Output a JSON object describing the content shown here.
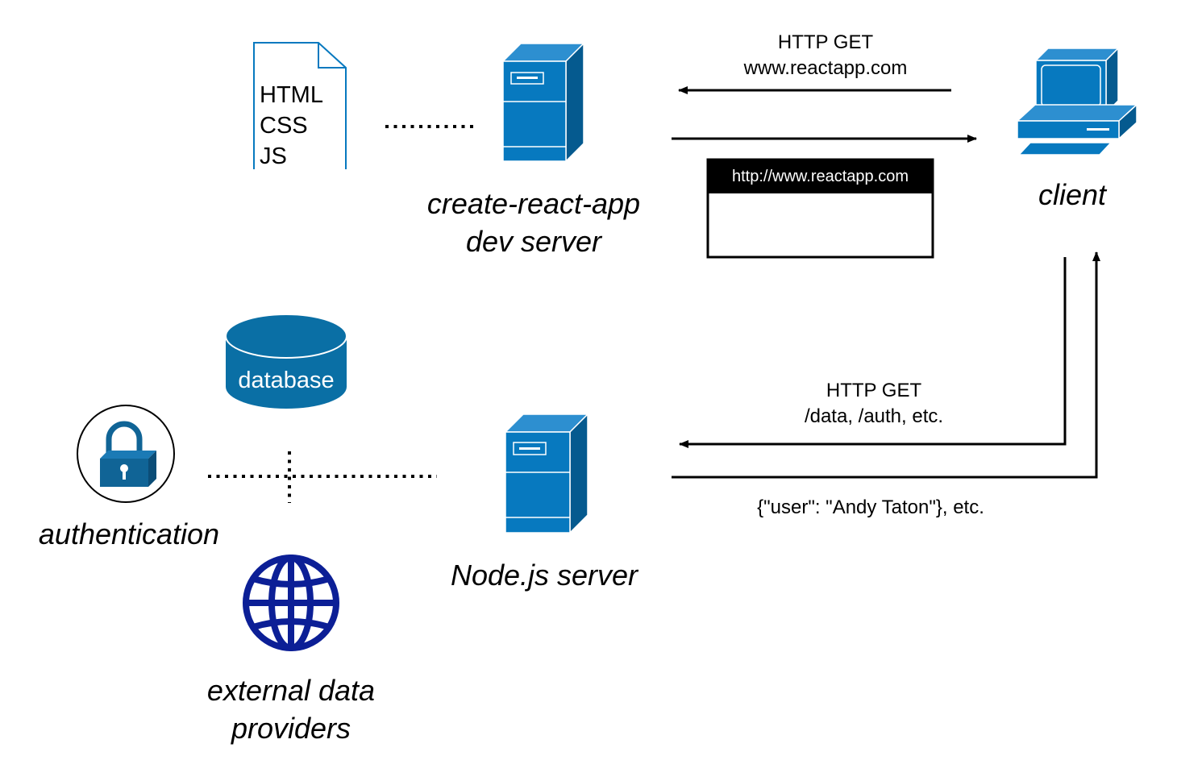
{
  "files": {
    "lines": [
      "HTML",
      "CSS",
      "JS"
    ]
  },
  "dev_server": {
    "lines": [
      "create-react-app",
      "dev server"
    ]
  },
  "client": {
    "label": "client"
  },
  "request_top": {
    "lines": [
      "HTTP GET",
      "www.reactapp.com"
    ]
  },
  "browser": {
    "url": "http://www.reactapp.com"
  },
  "database": {
    "label": "database"
  },
  "authentication": {
    "label": "authentication"
  },
  "external": {
    "lines": [
      "external data",
      "providers"
    ]
  },
  "node_server": {
    "label": "Node.js server"
  },
  "request_bottom": {
    "lines": [
      "HTTP GET",
      "/data, /auth, etc."
    ]
  },
  "response_bottom": {
    "label": "{\"user\": \"Andy Taton\"}, etc."
  },
  "colors": {
    "server_blue": "#0779bf",
    "server_dark": "#055a8f",
    "db_blue": "#0a6fa5",
    "lock_blue": "#106496",
    "globe_navy": "#0c1f96",
    "line": "#000000"
  }
}
